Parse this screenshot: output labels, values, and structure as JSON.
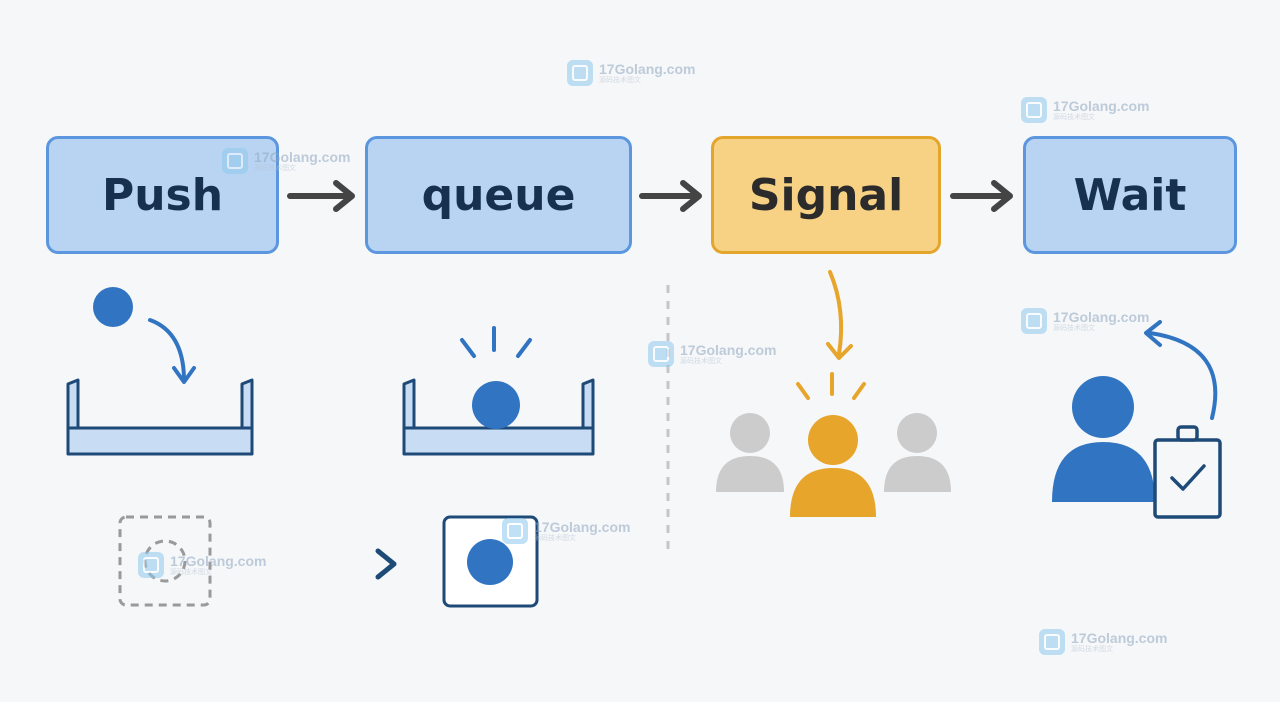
{
  "steps": {
    "push": "Push",
    "queue": "queue",
    "signal": "Signal",
    "wait": "Wait"
  },
  "colors": {
    "box_blue_fill": "#b9d4f2",
    "box_blue_border": "#5b96de",
    "box_gold_fill": "#f7d184",
    "box_gold_border": "#e3a52b",
    "primary_blue": "#3175c2",
    "dark_navy": "#1e4a78",
    "gold": "#e7a52b",
    "gray": "#cccccc",
    "arrow_dark": "#444444"
  },
  "watermark": {
    "text": "17Golang.com",
    "subtext": "源码技术图文"
  }
}
